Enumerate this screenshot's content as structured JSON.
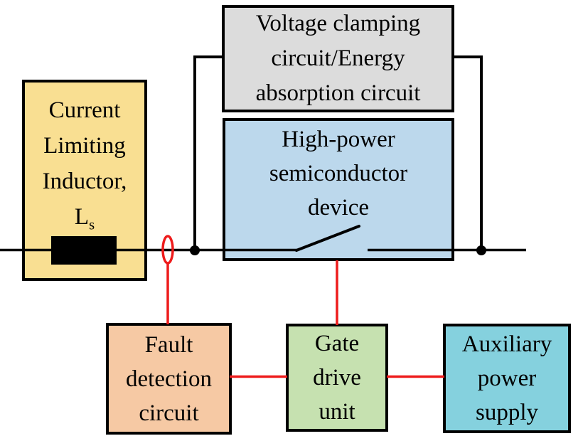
{
  "colors": {
    "background": "#ffffff",
    "conductor": "#000000",
    "signal": "#ee1b1b"
  },
  "boxes": {
    "inductor": {
      "lines": [
        "Current",
        "Limiting",
        "Inductor,"
      ],
      "symbol": "L",
      "symbol_sub": "s",
      "bg": "#f9df92"
    },
    "clamp": {
      "lines": [
        "Voltage clamping",
        "circuit/Energy",
        "absorption circuit"
      ],
      "bg": "#dcdcdc"
    },
    "semiconductor": {
      "lines": [
        "High-power",
        "semiconductor",
        "device"
      ],
      "bg": "#bcd8ec"
    },
    "fault": {
      "lines": [
        "Fault",
        "detection",
        "circuit"
      ],
      "bg": "#f6c9a4"
    },
    "gate": {
      "lines": [
        "Gate",
        "drive",
        "unit"
      ],
      "bg": "#c6e1b0"
    },
    "aux": {
      "lines": [
        "Auxiliary",
        "power",
        "supply"
      ],
      "bg": "#85d1de"
    }
  }
}
